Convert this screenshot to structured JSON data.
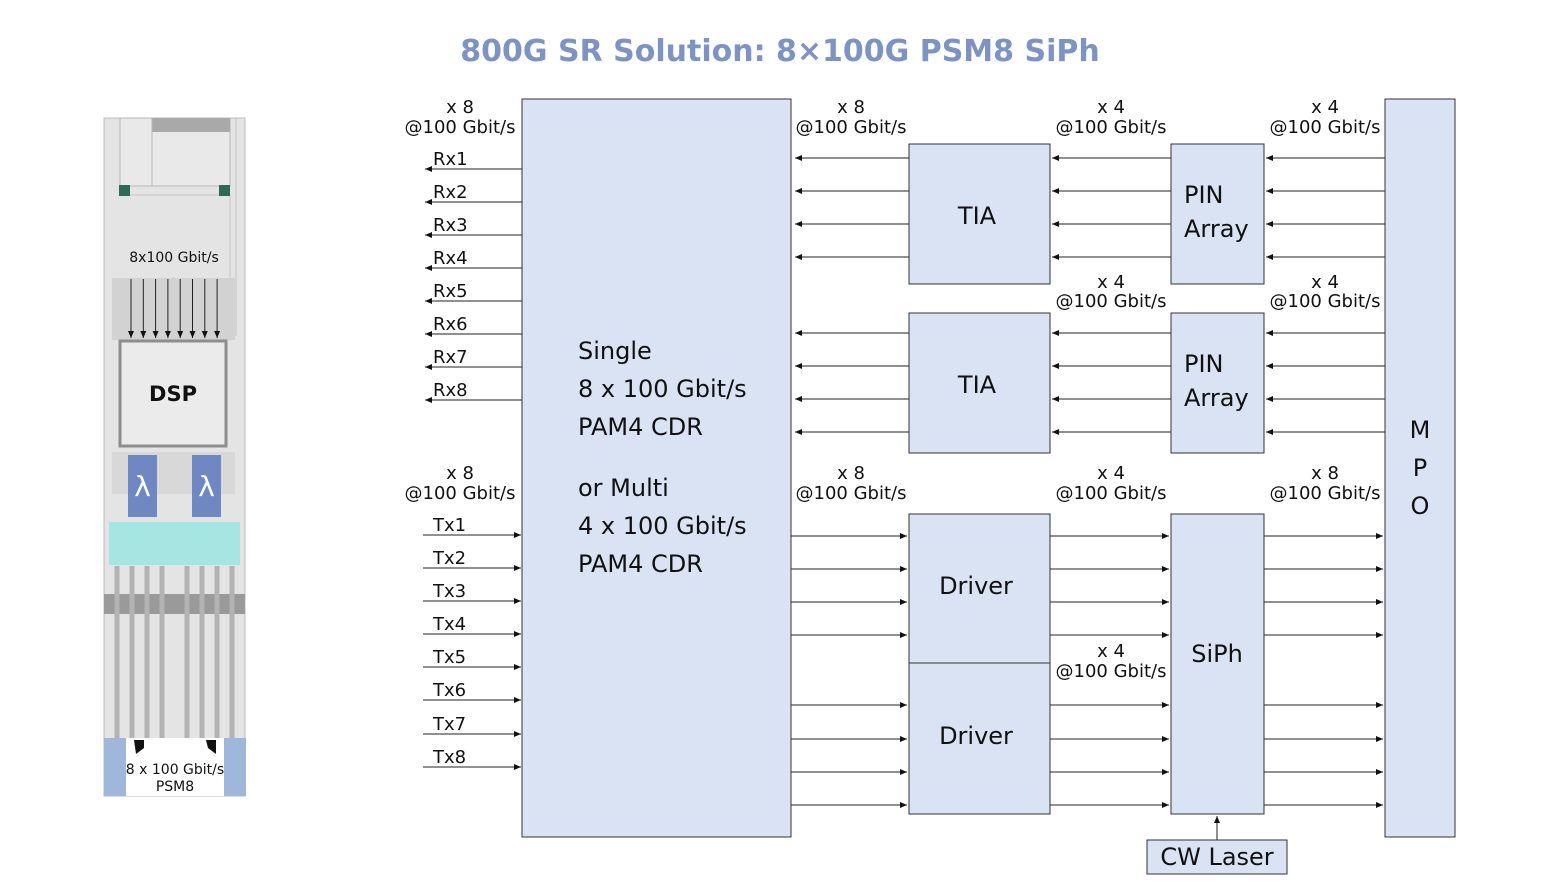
{
  "title": "800G SR Solution: 8×100G PSM8 SiPh",
  "colors": {
    "title": "#7d93c3",
    "block_fill": "#dae3f3",
    "block_stroke": "#333333",
    "module_gray": "#e4e4e4",
    "lambda_fill": "#6f88c4",
    "cyan_band": "#a5e6e2",
    "connector_blue": "#9fb7db"
  },
  "module": {
    "bus_label": "8x100 Gbit/s",
    "dsp_label": "DSP",
    "lambda_symbol": "λ",
    "connector_line1": "8 x 100 Gbit/s",
    "connector_line2": "PSM8"
  },
  "rates": {
    "x8": "x 8",
    "x4": "x 4",
    "speed": "@100 Gbit/s"
  },
  "rx_ports": [
    "Rx1",
    "Rx2",
    "Rx3",
    "Rx4",
    "Rx5",
    "Rx6",
    "Rx7",
    "Rx8"
  ],
  "tx_ports": [
    "Tx1",
    "Tx2",
    "Tx3",
    "Tx4",
    "Tx5",
    "Tx6",
    "Tx7",
    "Tx8"
  ],
  "cdr": {
    "line1": "Single",
    "line2": "8 x 100 Gbit/s",
    "line3": "PAM4 CDR",
    "line4": "or Multi",
    "line5": "4 x 100 Gbit/s",
    "line6": "PAM4 CDR"
  },
  "blocks": {
    "tia": "TIA",
    "pin_line1": "PIN",
    "pin_line2": "Array",
    "driver": "Driver",
    "siph": "SiPh",
    "mpo": [
      "M",
      "P",
      "O"
    ],
    "cw_laser": "CW Laser"
  }
}
